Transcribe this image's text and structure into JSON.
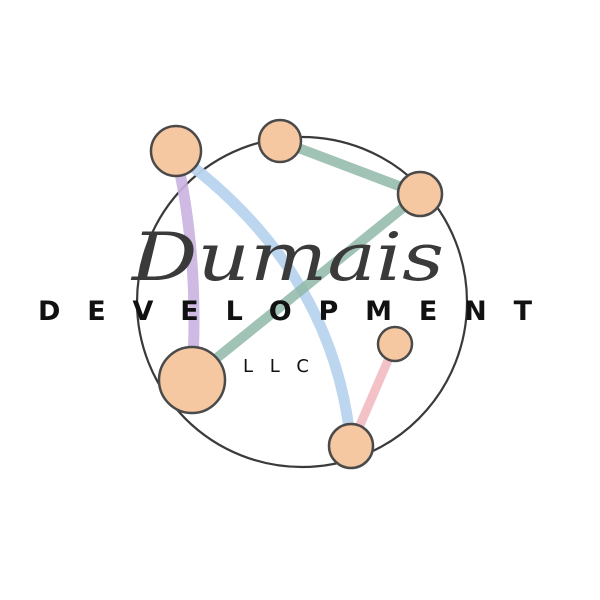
{
  "logo": {
    "script_word": "Dumais",
    "wordmark": "DEVELOPMENT",
    "suffix": "LLC"
  },
  "colors": {
    "node_fill": "#f6c8a2",
    "node_stroke": "#4a4a4a",
    "ring": "#3a3a3a",
    "link_lavender": "#c9b3e0",
    "link_sky": "#b9d4ef",
    "link_sage": "#8fb8a9",
    "link_pink": "#f2bfc4",
    "text": "#111111"
  }
}
